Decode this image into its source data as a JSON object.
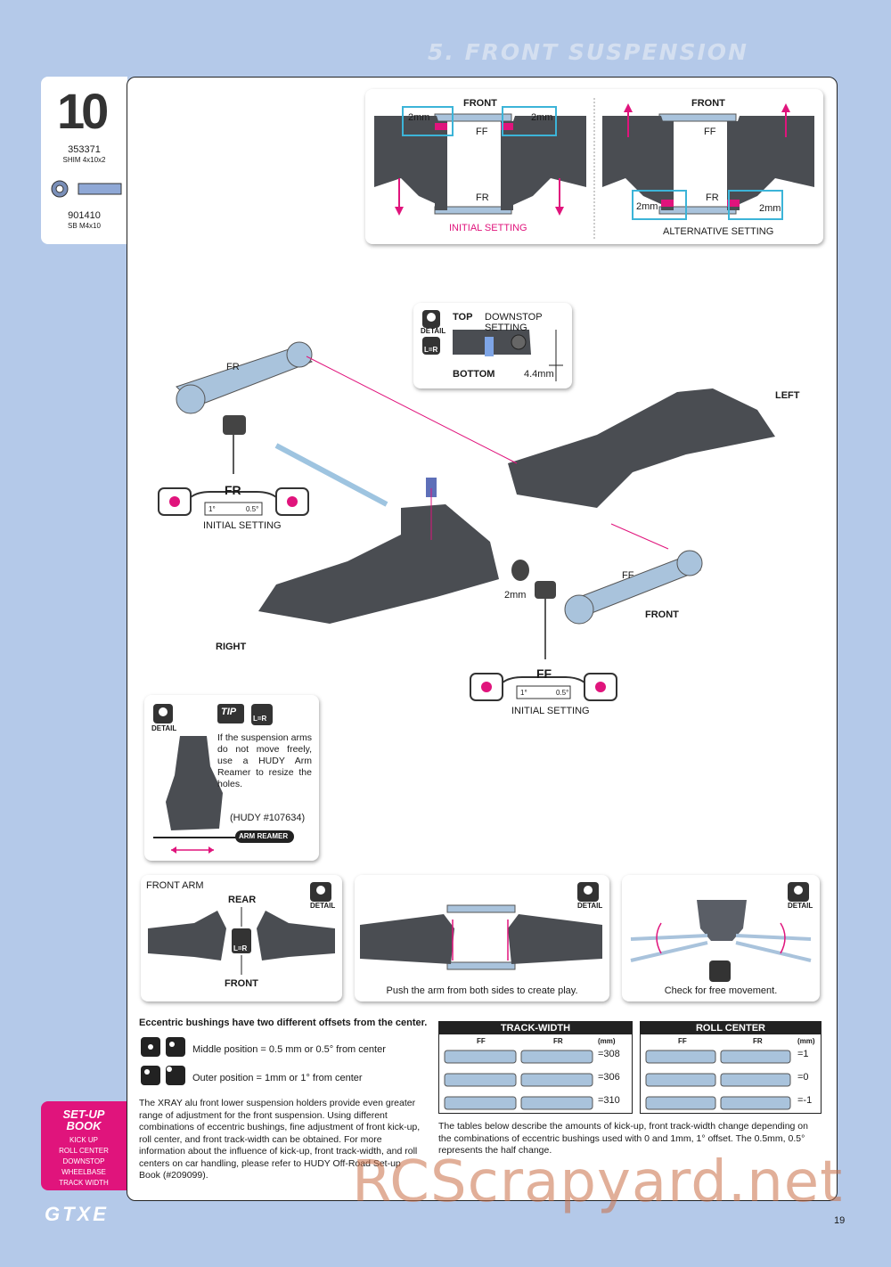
{
  "section_title": "5. FRONT SUSPENSION",
  "parts": [
    {
      "number": "353371",
      "description": "SHIM 4x10x2",
      "big_label": "10"
    },
    {
      "number": "901410",
      "description": "SB M4x10"
    }
  ],
  "top_diagram": {
    "left": {
      "front": "FRONT",
      "ff": "FF",
      "fr": "FR",
      "dim1": "2mm",
      "dim2": "2mm",
      "caption": "INITIAL SETTING"
    },
    "right": {
      "front": "FRONT",
      "ff": "FF",
      "fr": "FR",
      "dim1": "2mm",
      "dim2": "2mm",
      "caption": "ALTERNATIVE SETTING"
    }
  },
  "downstop": {
    "top": "TOP",
    "title": "DOWNSTOP SETTING",
    "bottom": "BOTTOM",
    "value": "4.4mm",
    "detail": "DETAIL",
    "lr": "L=R"
  },
  "main_labels": {
    "fr": "FR",
    "left": "LEFT",
    "right": "RIGHT",
    "front": "FRONT",
    "ff": "FF",
    "shim": "2mm",
    "fr_setting": {
      "title": "FR",
      "left": "1°",
      "right": "0.5°",
      "caption": "INITIAL SETTING"
    },
    "ff_setting": {
      "title": "FF",
      "left": "1°",
      "right": "0.5°",
      "caption": "INITIAL SETTING"
    }
  },
  "tip": {
    "label": "TIP",
    "detail": "DETAIL",
    "lr": "L=R",
    "text": "If the suspension arms do not move freely, use a HUDY Arm Reamer to resize the holes.",
    "hudy": "(HUDY #107634)",
    "tool": "ARM REAMER"
  },
  "bottom_boxes": [
    {
      "title": "FRONT ARM",
      "rear": "REAR",
      "front": "FRONT",
      "lr": "L=R",
      "detail": "DETAIL"
    },
    {
      "caption": "Push the arm from both sides to create play.",
      "detail": "DETAIL"
    },
    {
      "caption": "Check for free movement.",
      "detail": "DETAIL"
    }
  ],
  "bushings": {
    "heading": "Eccentric bushings have two different offsets from the center.",
    "middle": "Middle position = 0.5 mm or 0.5° from center",
    "outer": "Outer position = 1mm or 1° from center",
    "paragraph": "The XRAY alu front lower suspension holders provide even greater range of adjustment for the front suspension. Using different combinations of eccentric bushings, fine adjustment of front kick-up, roll center, and front track-width can be obtained. For more information about the influence of kick-up, front track-width, and roll centers on car handling, please refer to HUDY Off-Road Set-up Book (#209099)."
  },
  "tables": [
    {
      "title": "TRACK-WIDTH",
      "cols": [
        "FF",
        "FR",
        "(mm)"
      ],
      "values": [
        "=308",
        "=306",
        "=310"
      ]
    },
    {
      "title": "ROLL CENTER",
      "cols": [
        "FF",
        "FR",
        "(mm)"
      ],
      "values": [
        "=1",
        "=0",
        "=-1"
      ]
    }
  ],
  "tables_note": "The tables below describe the amounts of kick-up, front track-width change depending on the combinations of eccentric bushings used with 0 and 1mm, 1° offset. The 0.5mm, 0.5° represents the half change.",
  "setup_book": {
    "title1": "SET-UP",
    "title2": "BOOK",
    "items": [
      "KICK UP",
      "ROLL CENTER DOWNSTOP",
      "WHEELBASE",
      "TRACK WIDTH"
    ]
  },
  "brand": "GTXE",
  "page_number": "19",
  "watermark": "RCScrapyard.net",
  "colors": {
    "background": "#b4c9e9",
    "accent": "#e0147c",
    "part": "#4a4d52",
    "alu": "#a9c3dc"
  }
}
